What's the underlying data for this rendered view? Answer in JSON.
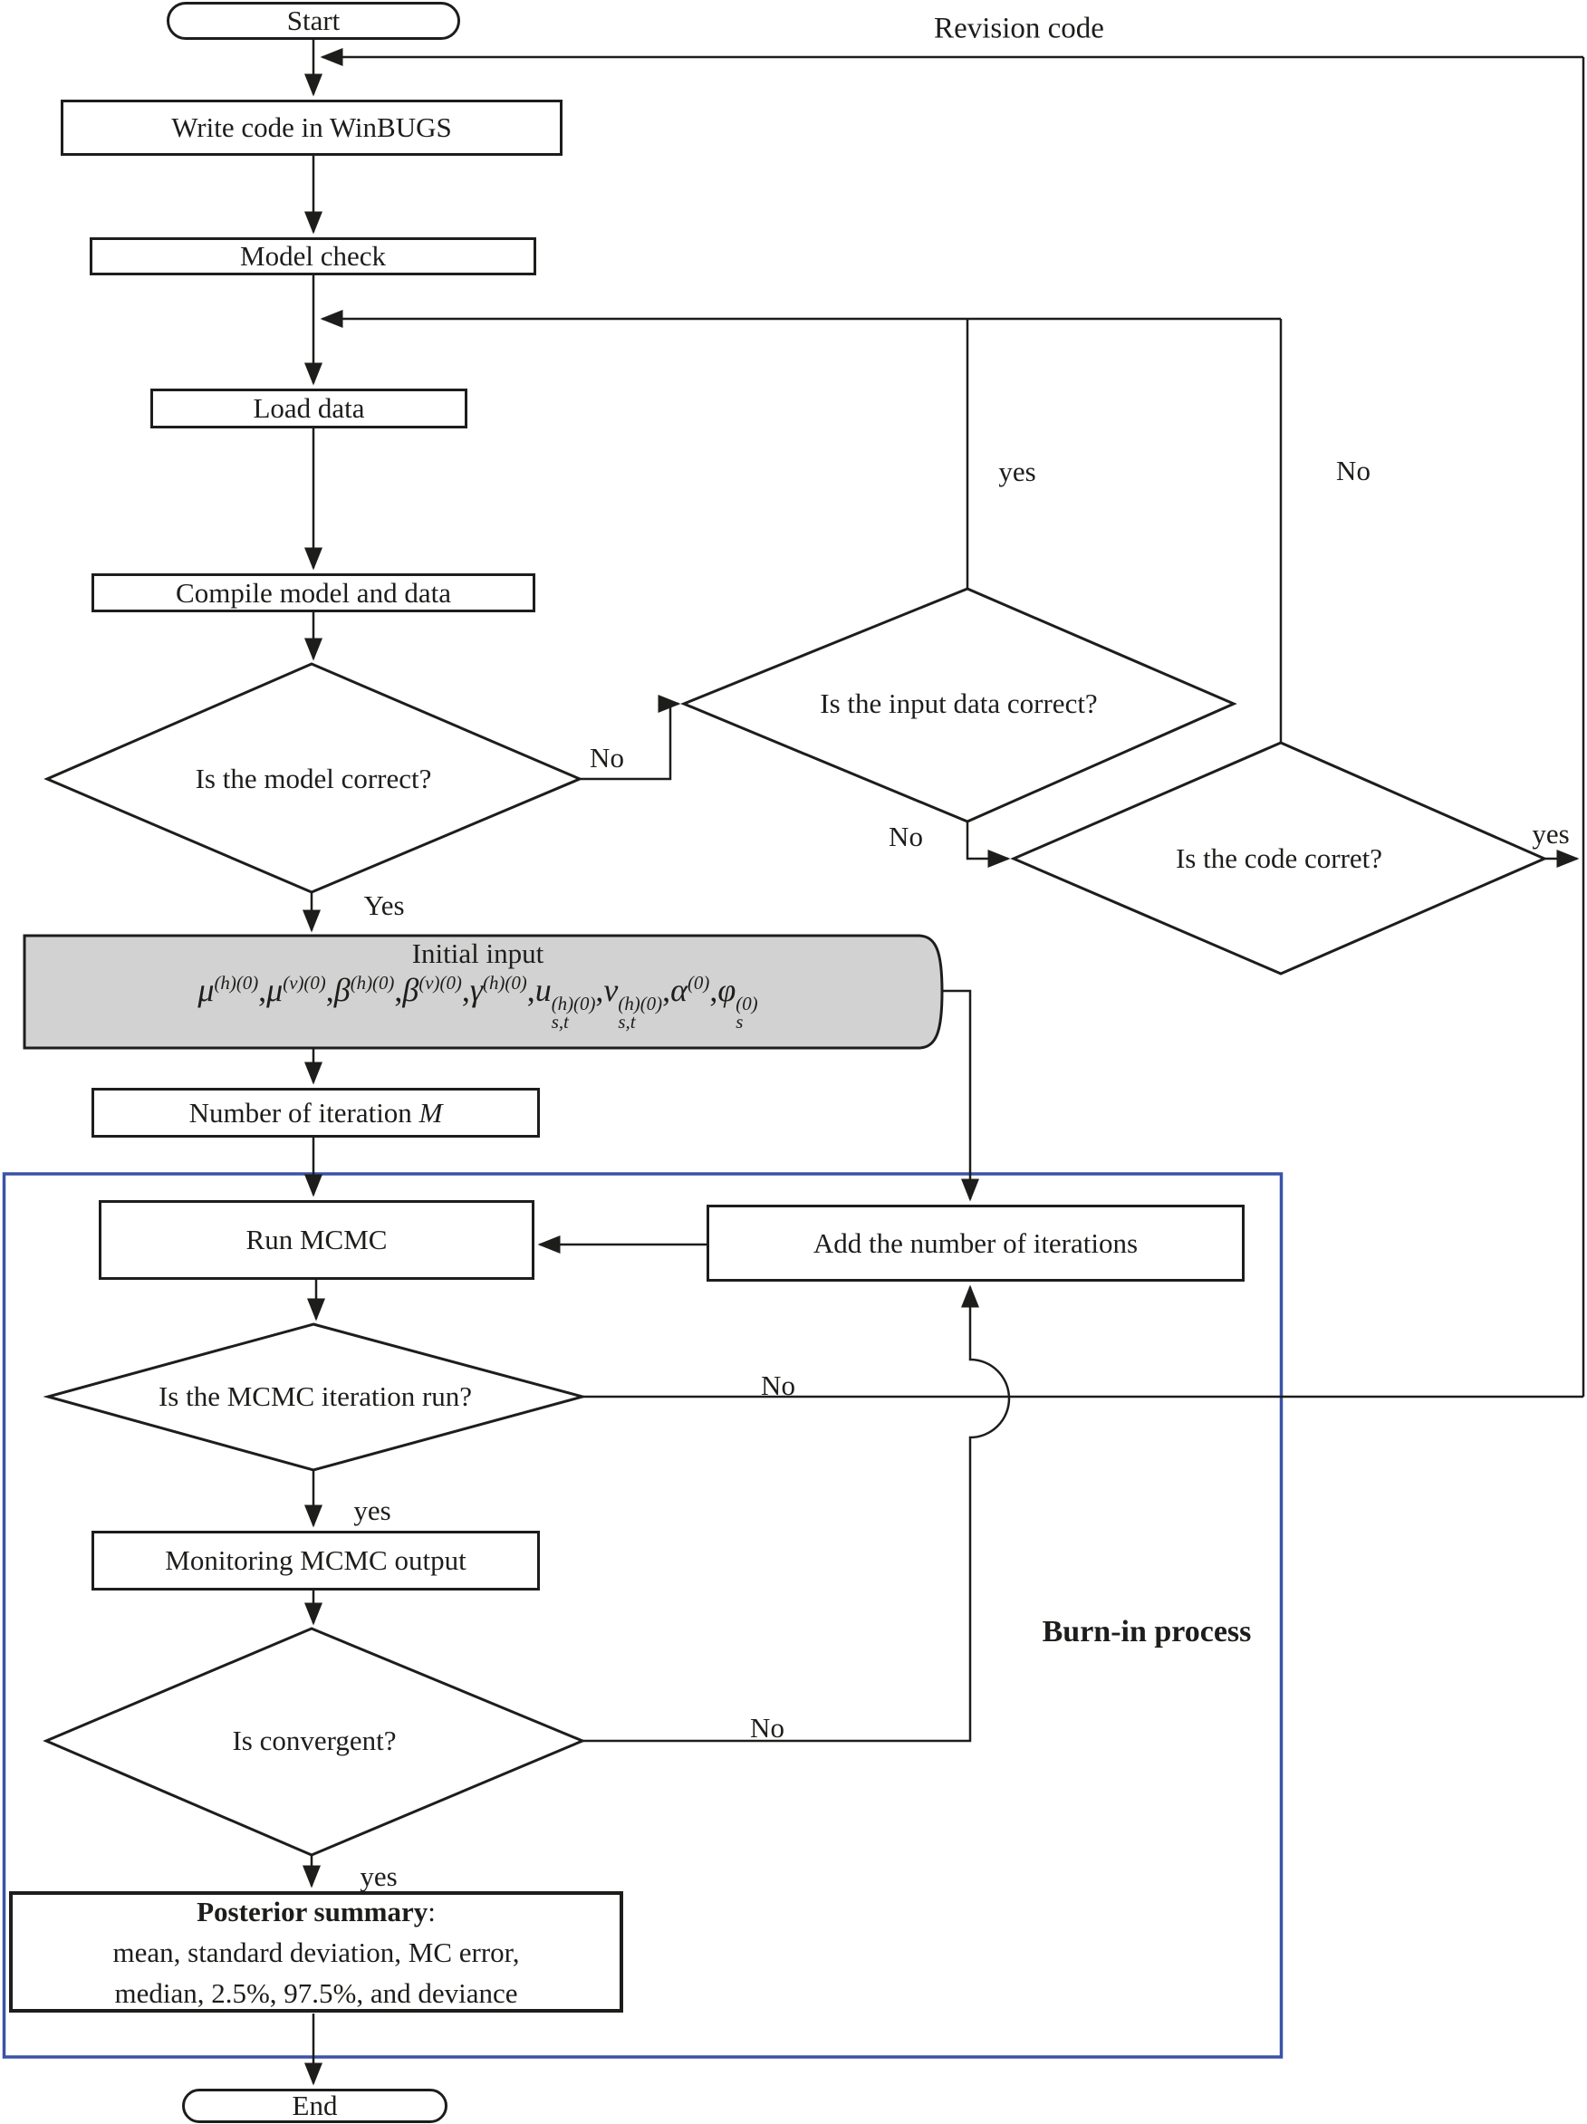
{
  "diagram": {
    "colors": {
      "line": "#1d1d1b",
      "blue": "#3a53a8",
      "gray_fill": "#d2d2d2",
      "background": "#ffffff"
    },
    "labels": {
      "revision_code": "Revision code",
      "burn_in": "Burn-in process"
    },
    "nodes": {
      "start": "Start",
      "write_code": "Write code in WinBUGS",
      "model_check": "Model check",
      "load_data": "Load data",
      "compile": "Compile model and data",
      "model_correct": "Is the model correct?",
      "input_data_correct": "Is the input data correct?",
      "code_correct": "Is the code corret?",
      "initial_input_title": "Initial input",
      "number_iteration": {
        "text": "Number of iteration ",
        "italic": "M"
      },
      "run_mcmc": "Run MCMC",
      "add_iterations": "Add the number of iterations",
      "mcmc_iteration_run": "Is the MCMC iteration run?",
      "monitoring": "Monitoring MCMC output",
      "is_convergent": "Is convergent?",
      "posterior": {
        "title_bold": "Posterior summary",
        "title_colon": ":",
        "line2": "mean, standard deviation, MC error,",
        "line3": "median, 2.5%, 97.5%, and deviance"
      },
      "end": "End"
    },
    "branch_labels": {
      "model_no": "No",
      "model_yes": "Yes",
      "input_yes": "yes",
      "input_no": "No",
      "code_no": "No",
      "code_yes": "yes",
      "mcmc_no": "No",
      "mcmc_yes": "yes",
      "conv_no": "No",
      "conv_yes": "yes"
    },
    "initial_params": [
      {
        "base": "μ",
        "sup": "(h)(0)"
      },
      {
        "pre": ",",
        "base": "μ",
        "sup": "(v)(0)"
      },
      {
        "pre": ",",
        "base": "β",
        "sup": "(h)(0)"
      },
      {
        "pre": ",",
        "base": "β",
        "sup": "(v)(0)"
      },
      {
        "pre": ",",
        "base": "γ",
        "sup": "(h)(0)"
      },
      {
        "pre": ",",
        "base": "u",
        "sub": "s,t",
        "sup": "(h)(0)"
      },
      {
        "pre": ",",
        "base": "v",
        "sub": "s,t",
        "sup": "(h)(0)"
      },
      {
        "pre": ",",
        "base": "α",
        "sup": "(0)"
      },
      {
        "pre": ",",
        "base": "φ",
        "sub": "s",
        "sup": "(0)"
      }
    ]
  }
}
